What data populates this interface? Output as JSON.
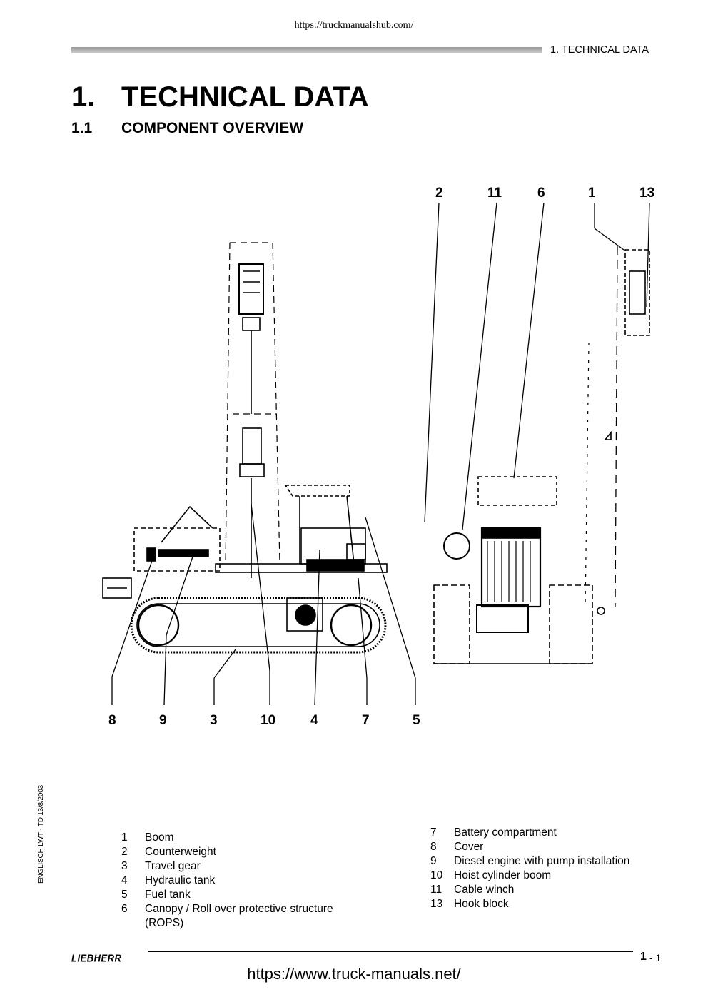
{
  "source_url_top": "https://truckmanualshub.com/",
  "header": {
    "section": "1. TECHNICAL DATA"
  },
  "heading": {
    "number": "1.",
    "title": "TECHNICAL DATA"
  },
  "subheading": {
    "number": "1.1",
    "title": "COMPONENT OVERVIEW"
  },
  "diagram": {
    "callouts_top": [
      "2",
      "11",
      "6",
      "1",
      "13"
    ],
    "callouts_bottom": [
      "8",
      "9",
      "3",
      "10",
      "4",
      "7",
      "5"
    ]
  },
  "side_note": "ENGLISCH  LWT - TD 13/8/2003",
  "legend": {
    "left": [
      {
        "num": "1",
        "text": "Boom"
      },
      {
        "num": "2",
        "text": "Counterweight"
      },
      {
        "num": "3",
        "text": "Travel gear"
      },
      {
        "num": "4",
        "text": "Hydraulic tank"
      },
      {
        "num": "5",
        "text": "Fuel tank"
      },
      {
        "num": "6",
        "text": "Canopy / Roll over protective structure (ROPS)"
      }
    ],
    "right": [
      {
        "num": "7",
        "text": "Battery compartment"
      },
      {
        "num": "8",
        "text": "Cover"
      },
      {
        "num": "9",
        "text": "Diesel engine with pump installation"
      },
      {
        "num": "10",
        "text": "Hoist cylinder boom"
      },
      {
        "num": "11",
        "text": "Cable winch"
      },
      {
        "num": "13",
        "text": "Hook block"
      }
    ]
  },
  "footer": {
    "logo": "LIEBHERR",
    "page_chapter": "1",
    "page_separator": "- 1"
  },
  "source_url_bottom": "https://www.truck-manuals.net/"
}
